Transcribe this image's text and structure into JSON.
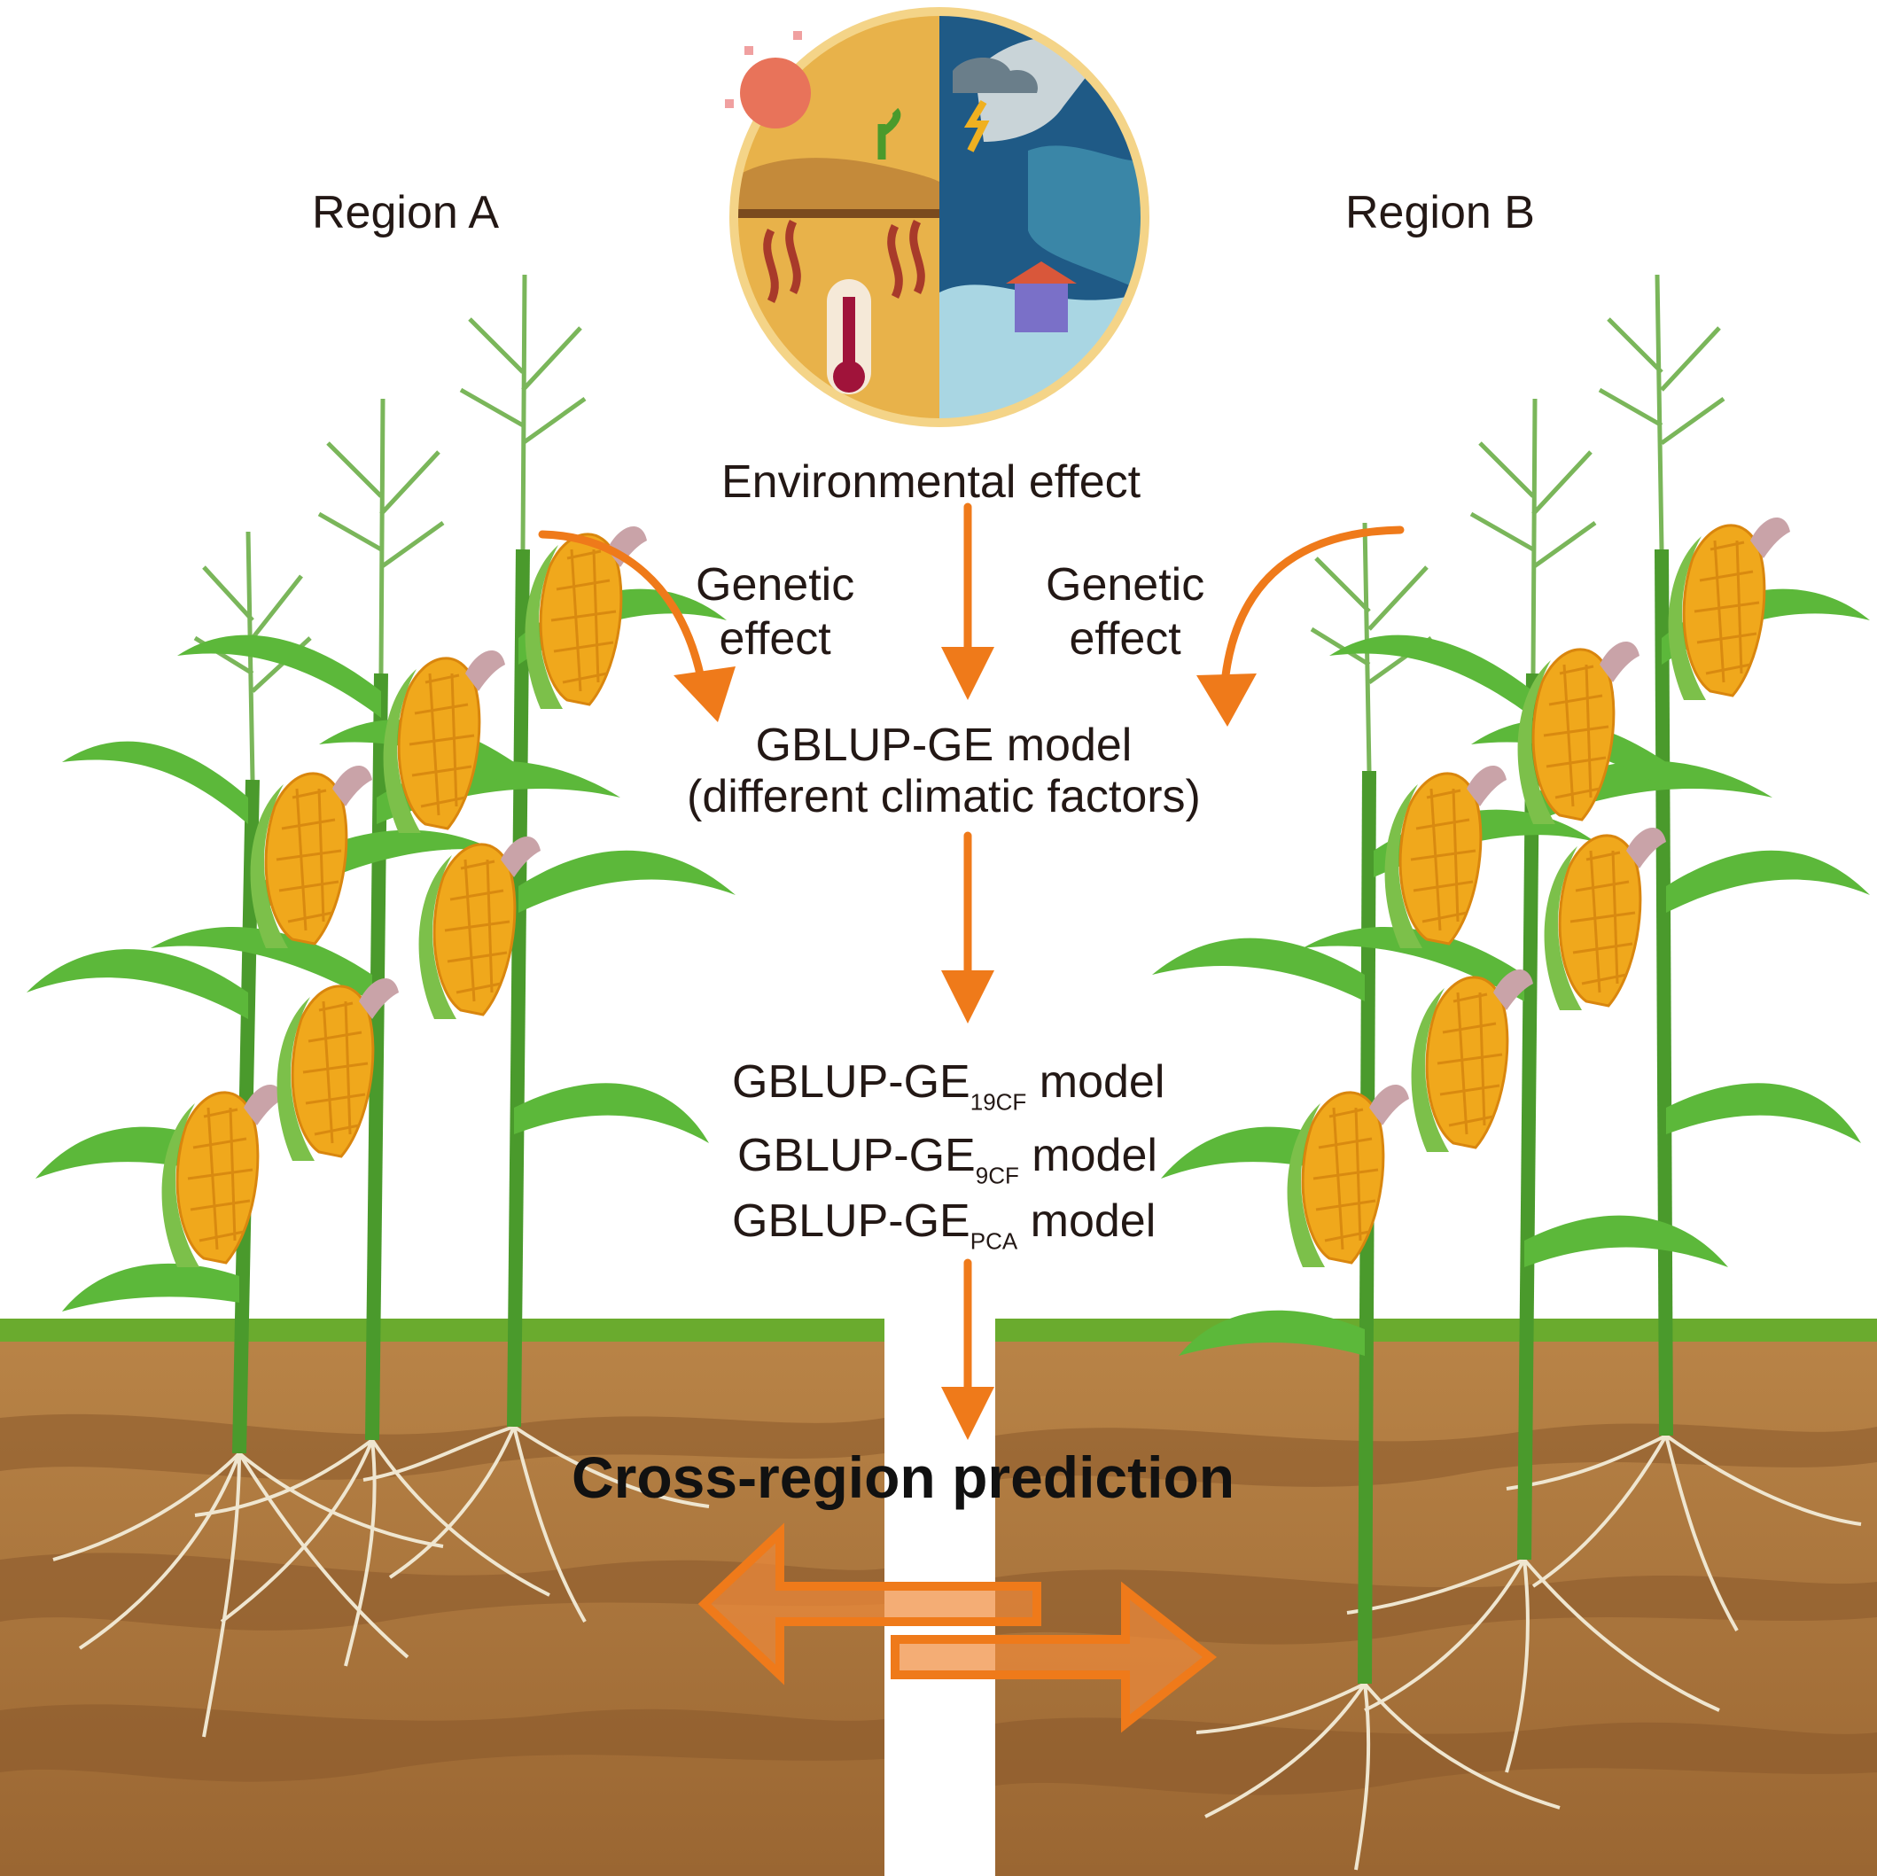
{
  "labels": {
    "region_a": "Region A",
    "region_b": "Region B",
    "environmental_effect": "Environmental effect",
    "genetic_effect_left_1": "Genetic",
    "genetic_effect_left_2": "effect",
    "genetic_effect_right_1": "Genetic",
    "genetic_effect_right_2": "effect",
    "model_line_1": "GBLUP-GE model",
    "model_line_2": "(different climatic factors)",
    "submodels": [
      {
        "prefix": "GBLUP-GE",
        "subscript": "19CF",
        "suffix": " model"
      },
      {
        "prefix": "GBLUP-GE",
        "subscript": "9CF",
        "suffix": " model"
      },
      {
        "prefix": "GBLUP-GE",
        "subscript": "PCA",
        "suffix": " model"
      }
    ],
    "cross_region": "Cross-region prediction"
  },
  "colors": {
    "arrow_orange": "#ef7a1a",
    "soil_light": "#b07a3e",
    "soil_dark": "#8a5a2b",
    "grass": "#6aab2e",
    "stalk": "#4a9a2c",
    "leaf": "#5cb83a",
    "corn": "#f2a51a",
    "earth_sun_half": "#e8b24a",
    "earth_storm_half": "#1f5a86"
  },
  "icons": [
    "climate-globe-icon",
    "sun-icon",
    "thermometer-icon",
    "storm-cloud-icon",
    "house-icon",
    "corn-plant-icon",
    "double-arrow-icon"
  ]
}
